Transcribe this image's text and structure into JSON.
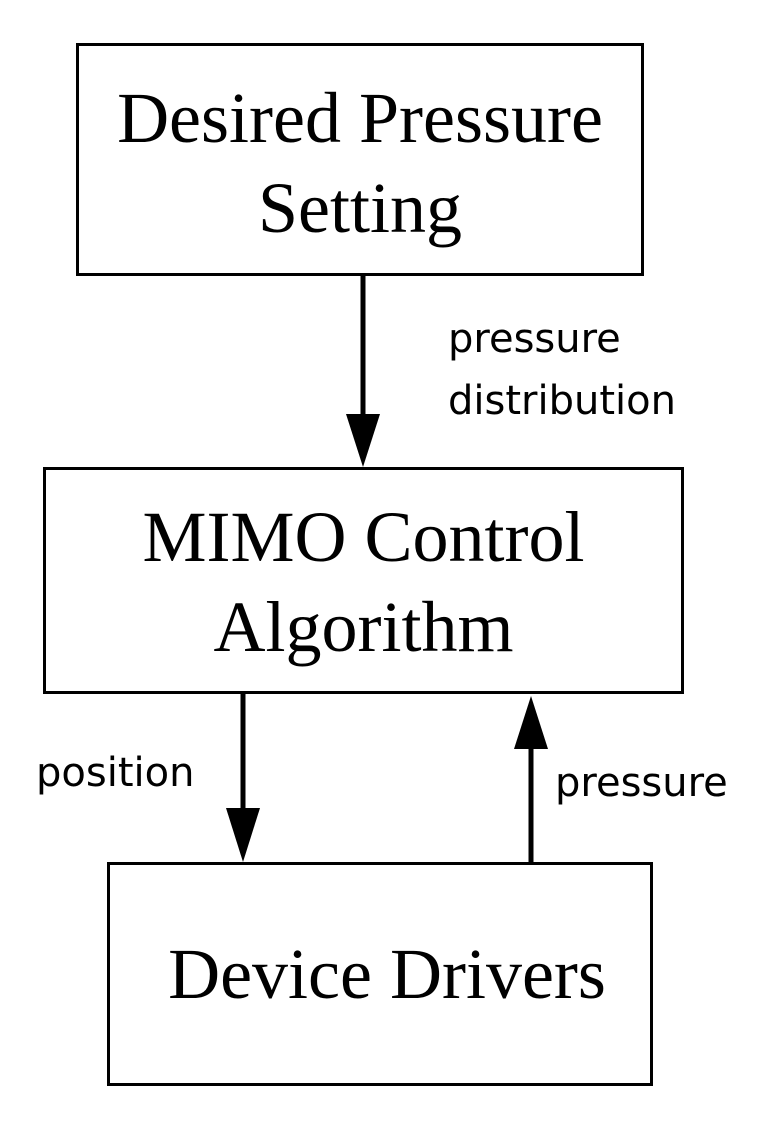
{
  "nodes": {
    "desired_pressure": {
      "line1": "Desired Pressure",
      "line2": "Setting"
    },
    "mimo_control": {
      "line1": "MIMO Control",
      "line2": "Algorithm"
    },
    "device_drivers": {
      "line1": "Device Drivers"
    }
  },
  "edges": {
    "desired_to_mimo": {
      "line1": "pressure",
      "line2": "distribution"
    },
    "mimo_to_drivers": {
      "label": "position"
    },
    "drivers_to_mimo": {
      "label": "pressure"
    }
  }
}
